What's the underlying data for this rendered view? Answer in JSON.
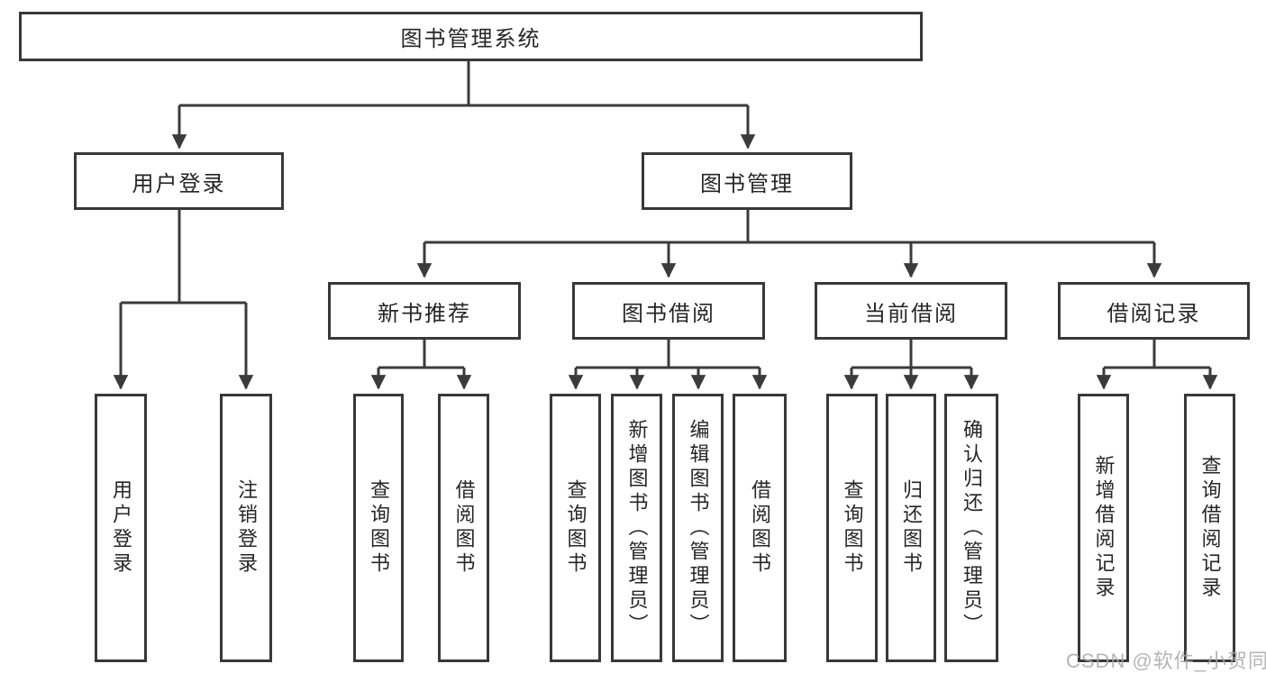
{
  "diagram_title": "图书管理系统",
  "tree": {
    "root": "图书管理系统",
    "children": [
      {
        "label": "用户登录",
        "children": [
          "用户登录",
          "注销登录"
        ]
      },
      {
        "label": "图书管理",
        "children": [
          {
            "label": "新书推荐",
            "children": [
              "查询图书",
              "借阅图书"
            ]
          },
          {
            "label": "图书借阅",
            "children": [
              "查询图书",
              "新增图书（管理员）",
              "编辑图书（管理员）",
              "借阅图书"
            ]
          },
          {
            "label": "当前借阅",
            "children": [
              "查询图书",
              "归还图书",
              "确认归还（管理员）"
            ]
          },
          {
            "label": "借阅记录",
            "children": [
              "新增借阅记录",
              "查询借阅记录"
            ]
          }
        ]
      }
    ]
  },
  "watermark": {
    "text": "CSDN @软件_小贺同学"
  },
  "colors": {
    "line": "#3b3b3b",
    "box_border": "#383838",
    "text": "#262626",
    "watermark_text": "#a8a8a8",
    "background": "#ffffff"
  }
}
